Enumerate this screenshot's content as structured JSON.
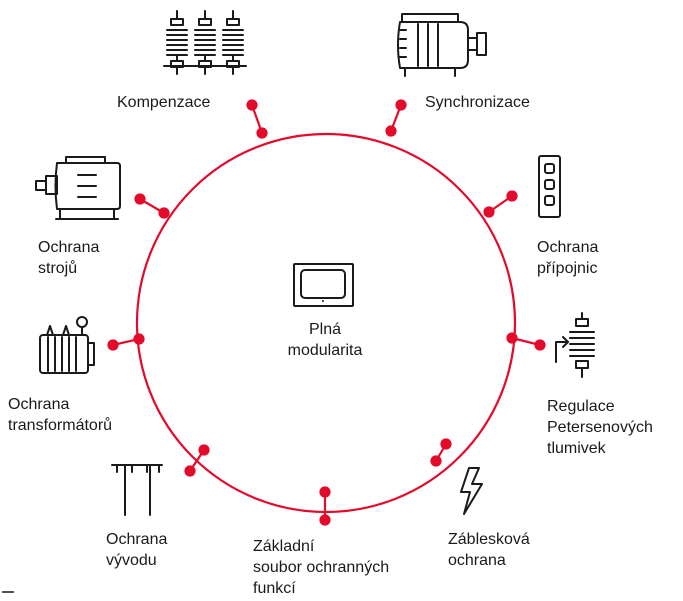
{
  "colors": {
    "accent": "#e30a2b",
    "ink": "#1a1a1a",
    "background": "#ffffff"
  },
  "center": {
    "icon": "relay-device-icon",
    "label_lines": [
      "Plná",
      "modularita"
    ]
  },
  "modules": [
    {
      "id": "kompenzace",
      "icon": "capacitor-bank-icon",
      "label_lines": [
        "Kompenzace"
      ]
    },
    {
      "id": "synchronizace",
      "icon": "generator-icon",
      "label_lines": [
        "Synchronizace"
      ]
    },
    {
      "id": "ochrana-pripojnic",
      "icon": "busbar-icon",
      "label_lines": [
        "Ochrana",
        "přípojnic"
      ]
    },
    {
      "id": "regulace-petersenovych",
      "icon": "petersen-coil-icon",
      "label_lines": [
        "Regulace",
        "Petersenových",
        "tlumivek"
      ]
    },
    {
      "id": "zablesková-ochrana",
      "icon": "lightning-icon",
      "label_lines": [
        "Záblesková",
        "ochrana"
      ]
    },
    {
      "id": "zakladni-soubor",
      "icon": "",
      "label_lines": [
        "Základní",
        "soubor ochranných",
        "funkcí"
      ]
    },
    {
      "id": "ochrana-vyvodu",
      "icon": "feeder-icon",
      "label_lines": [
        "Ochrana",
        "vývodu"
      ]
    },
    {
      "id": "ochrana-transformatoru",
      "icon": "transformer-icon",
      "label_lines": [
        "Ochrana",
        "transformátorů"
      ]
    },
    {
      "id": "ochrana-stroju",
      "icon": "motor-icon",
      "label_lines": [
        "Ochrana",
        "strojů"
      ]
    }
  ]
}
